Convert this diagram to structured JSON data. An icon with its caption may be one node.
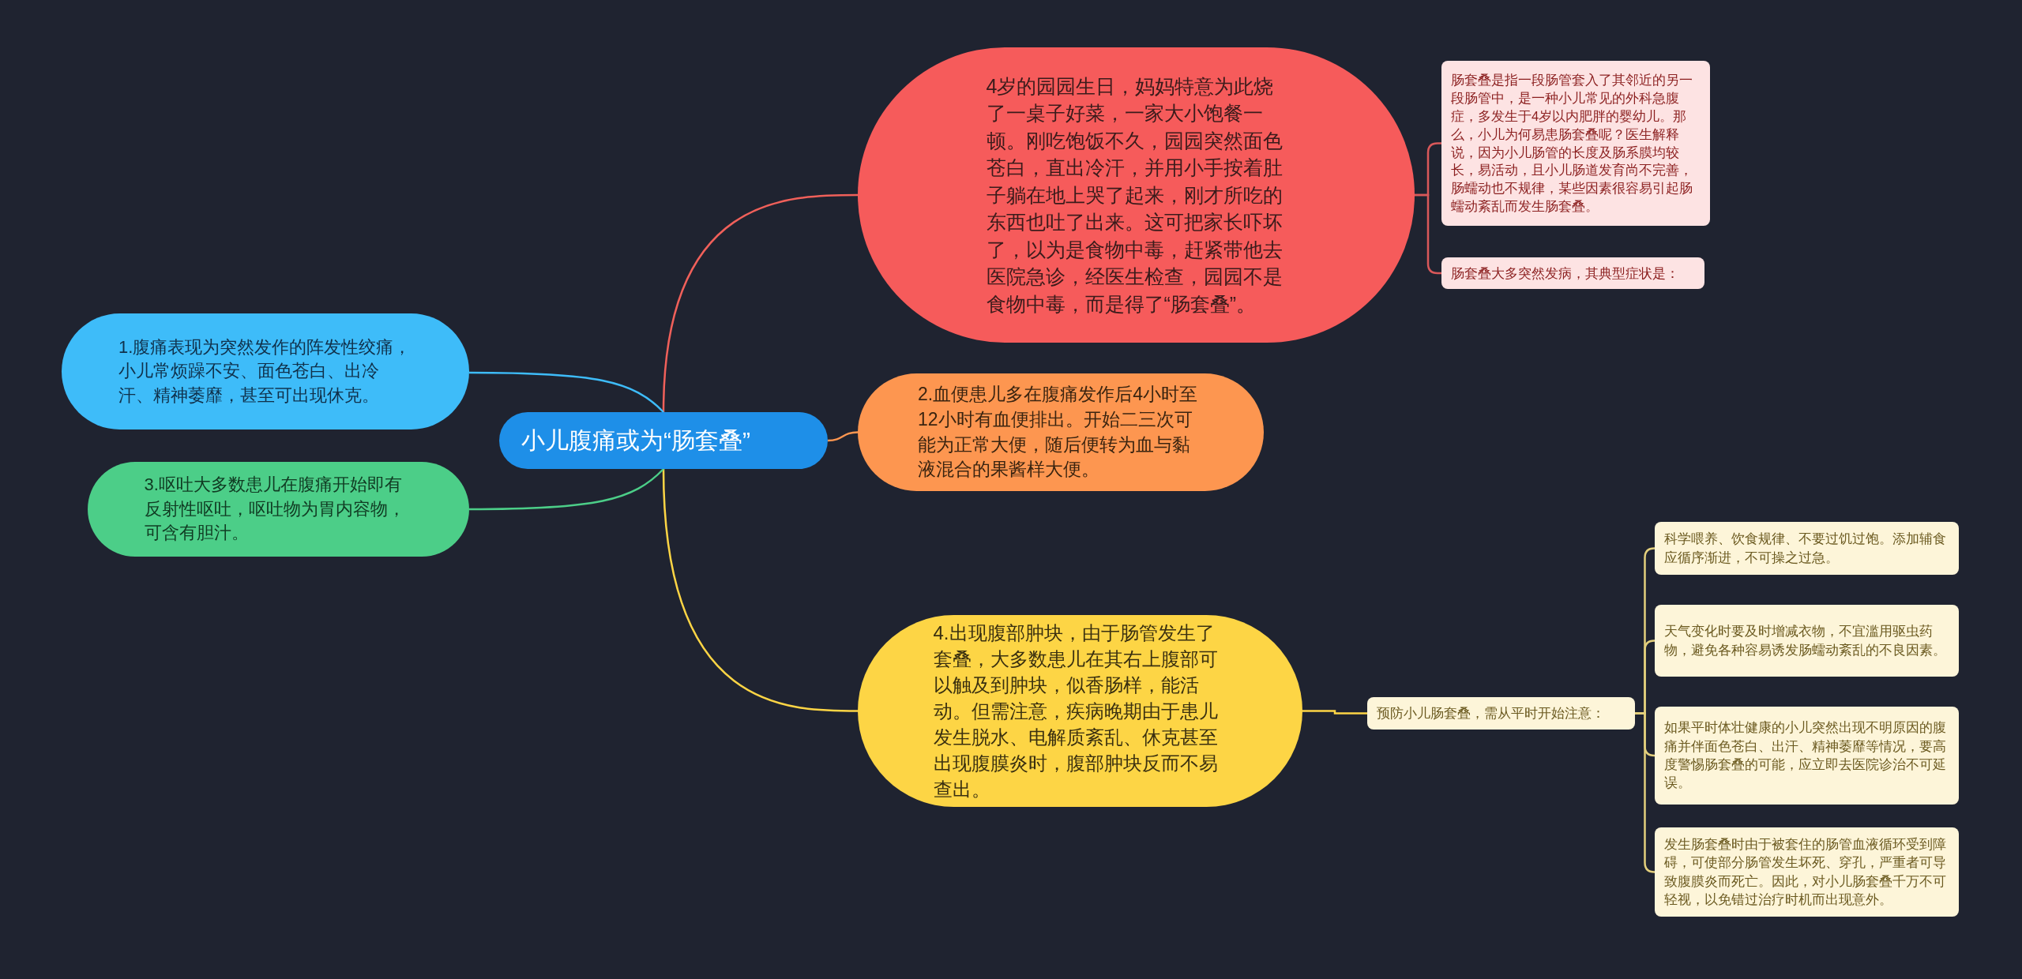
{
  "diagram": {
    "nodes": [
      {
        "text": [
          "小儿腹痛或为“肠套叠”"
        ]
      },
      {
        "text": [
          "4岁的园园生日，妈妈特意为此烧了一桌子好菜，一家大小饱餐一顿。刚吃饱饭不久，园园突然面色苍白，直出冷汗，并用小手按着肚子躺在地上哭了起来，刚才所吃的东西也吐了出来。这可把家长吓坏了，以为是食物中毒，赶紧带他去医院急诊，经医生检查，园园不是食物中毒，而是得了“肠套叠”。"
        ]
      },
      {
        "text": [
          "肠套叠是指一段肠管套入了其邻近的另一段肠管中，是一种小儿常见的外科急腹症，多发生于4岁以内肥胖的婴幼儿。那么，小儿为何易患肠套叠呢？医生解释说，因为小儿肠管的长度及肠系膜均较长，易活动，且小儿肠道发育尚不完善，肠蠕动也不规律，某些因素很容易引起肠蠕动紊乱而发生肠套叠。"
        ]
      },
      {
        "text": [
          "肠套叠大多突然发病，其典型症状是："
        ]
      },
      {
        "text": [
          "2.血便患儿多在腹痛发作后4小时至12小时有血便排出。开始二三次可能为正常大便，随后便转为血与黏液混合的果酱样大便。"
        ]
      },
      {
        "text": [
          "4.出现腹部肿块，由于肠管发生了套叠，大多数患儿在其右上腹部可以触及到肿块，似香肠样，能活动。但需注意，疾病晚期由于患儿发生脱水、电解质紊乱、休克甚至出现腹膜炎时，腹部肿块反而不易查出。"
        ]
      },
      {
        "text": [
          "预防小儿肠套叠，需从平时开始注意："
        ]
      },
      {
        "text": [
          "科学喂养、饮食规律、不要过饥过饱。添加辅食应循序渐进，不可操之过急。"
        ]
      },
      {
        "text": [
          "天气变化时要及时增减衣物，不宜滥用驱虫药物，避免各种容易诱发肠蠕动紊乱的不良因素。"
        ]
      },
      {
        "text": [
          "如果平时体壮健康的小儿突然出现不明原因的腹痛并伴面色苍白、出汗、精神萎靡等情况，要高度警惕肠套叠的可能，应立即去医院诊治不可延误。"
        ]
      },
      {
        "text": [
          "发生肠套叠时由于被套住的肠管血液循环受到障碍，可使部分肠管发生坏死、穿孔，严重者可导致腹膜炎而死亡。因此，对小儿肠套叠千万不可轻视，以免错过治疗时机而出现意外。"
        ]
      },
      {
        "text": [
          "1.腹痛表现为突然发作的阵发性绞痛，小儿常烦躁不安、面色苍白、出冷汗、精神萎靡，甚至可出现休克。"
        ]
      },
      {
        "text": [
          "3.呕吐大多数患儿在腹痛开始即有反射性呕吐，呕吐物为胃内容物，可含有胆汁。"
        ]
      }
    ],
    "edges": [
      {
        "from": 0,
        "to": 1,
        "arrow": "none",
        "color": "#f0605a"
      },
      {
        "from": 1,
        "to": 2,
        "arrow": "none",
        "color": "#d9585a"
      },
      {
        "from": 1,
        "to": 3,
        "arrow": "none",
        "color": "#d9585a"
      },
      {
        "from": 0,
        "to": 4,
        "arrow": "none",
        "color": "#fd9650"
      },
      {
        "from": 0,
        "to": 5,
        "arrow": "none",
        "color": "#fdd545"
      },
      {
        "from": 5,
        "to": 6,
        "arrow": "none",
        "color": "#fdd545"
      },
      {
        "from": 6,
        "to": 7,
        "arrow": "none",
        "color": "#e3cf7c"
      },
      {
        "from": 6,
        "to": 8,
        "arrow": "none",
        "color": "#e3cf7c"
      },
      {
        "from": 6,
        "to": 9,
        "arrow": "none",
        "color": "#e3cf7c"
      },
      {
        "from": 6,
        "to": 10,
        "arrow": "none",
        "color": "#e3cf7c"
      },
      {
        "from": 0,
        "to": 11,
        "arrow": "none",
        "color": "#3ebcf9"
      },
      {
        "from": 0,
        "to": 12,
        "arrow": "none",
        "color": "#4cce88"
      }
    ]
  }
}
